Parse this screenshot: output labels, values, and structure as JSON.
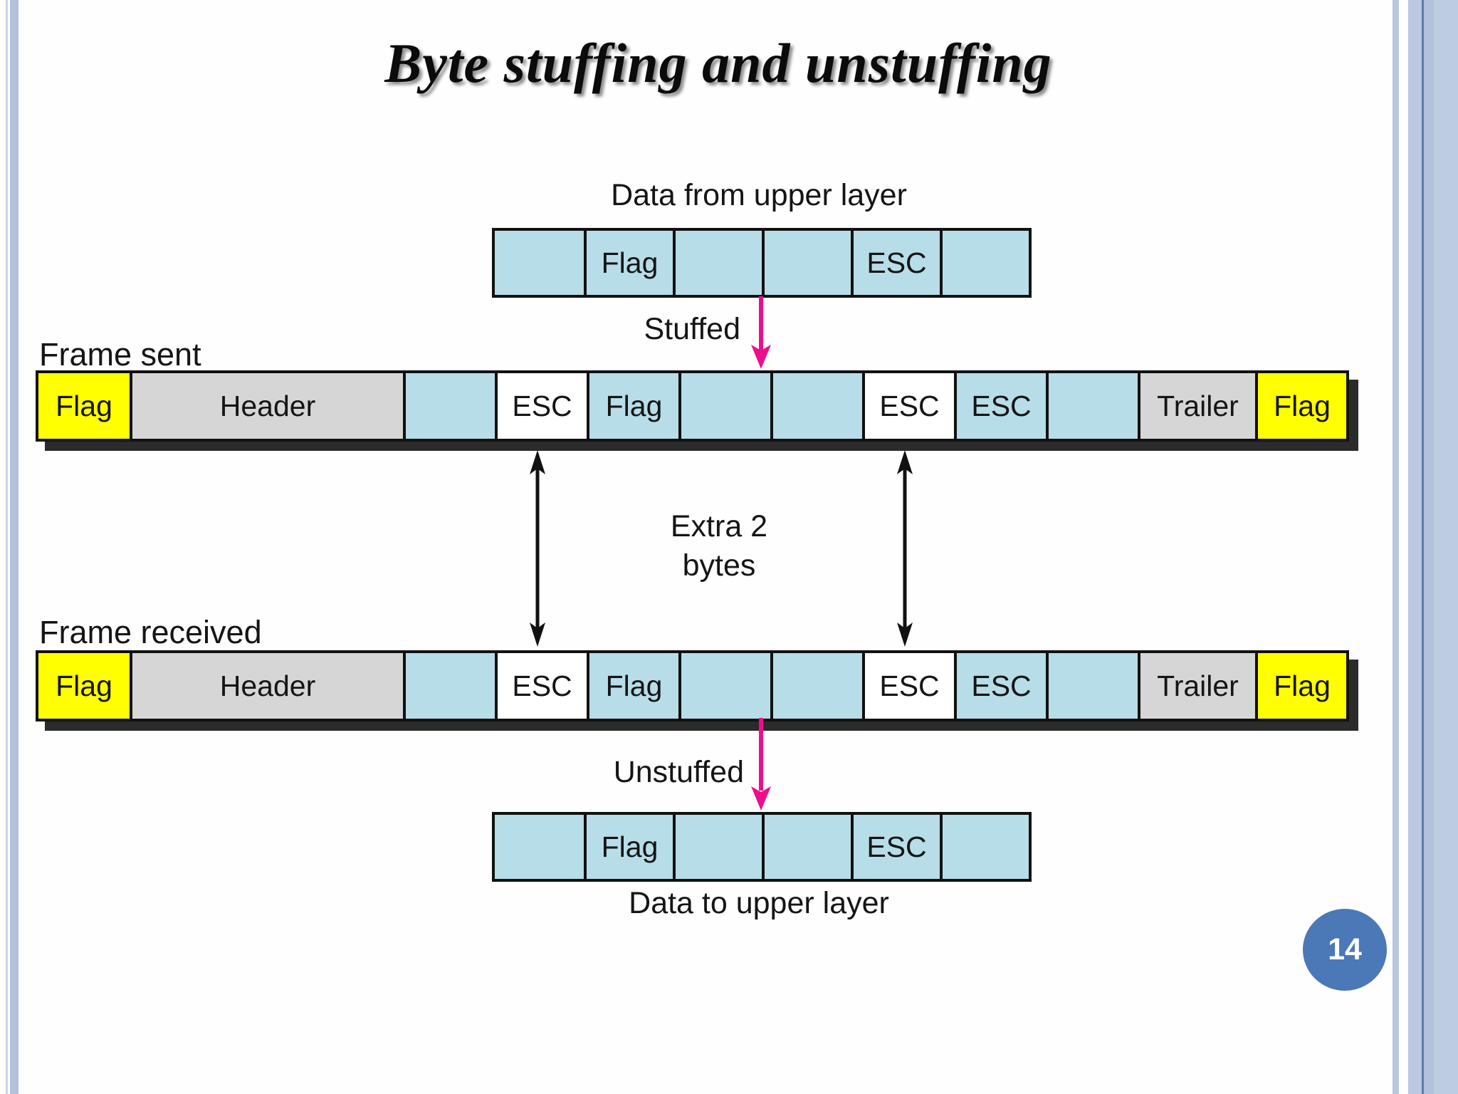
{
  "slide": {
    "title": "Byte stuffing and unstuffing",
    "page_number": "14"
  },
  "labels": {
    "data_from_upper": "Data from upper layer",
    "stuffed": "Stuffed",
    "frame_sent": "Frame sent",
    "extra_line1": "Extra 2",
    "extra_line2": "bytes",
    "frame_received": "Frame received",
    "unstuffed": "Unstuffed",
    "data_to_upper": "Data to upper layer"
  },
  "rows": {
    "upper_data": {
      "cells": [
        {
          "text": "",
          "kind": "data"
        },
        {
          "text": "Flag",
          "kind": "data"
        },
        {
          "text": "",
          "kind": "data"
        },
        {
          "text": "",
          "kind": "data"
        },
        {
          "text": "ESC",
          "kind": "data"
        },
        {
          "text": "",
          "kind": "data"
        }
      ]
    },
    "frame_sent": {
      "cells": [
        {
          "text": "Flag",
          "kind": "flag"
        },
        {
          "text": "Header",
          "kind": "header"
        },
        {
          "text": "",
          "kind": "data"
        },
        {
          "text": "ESC",
          "kind": "stuffed"
        },
        {
          "text": "Flag",
          "kind": "data"
        },
        {
          "text": "",
          "kind": "data"
        },
        {
          "text": "",
          "kind": "data"
        },
        {
          "text": "ESC",
          "kind": "stuffed"
        },
        {
          "text": "ESC",
          "kind": "data"
        },
        {
          "text": "",
          "kind": "data"
        },
        {
          "text": "Trailer",
          "kind": "trailer"
        },
        {
          "text": "Flag",
          "kind": "flag"
        }
      ]
    },
    "frame_received": {
      "cells": [
        {
          "text": "Flag",
          "kind": "flag"
        },
        {
          "text": "Header",
          "kind": "header"
        },
        {
          "text": "",
          "kind": "data"
        },
        {
          "text": "ESC",
          "kind": "stuffed"
        },
        {
          "text": "Flag",
          "kind": "data"
        },
        {
          "text": "",
          "kind": "data"
        },
        {
          "text": "",
          "kind": "data"
        },
        {
          "text": "ESC",
          "kind": "stuffed"
        },
        {
          "text": "ESC",
          "kind": "data"
        },
        {
          "text": "",
          "kind": "data"
        },
        {
          "text": "Trailer",
          "kind": "trailer"
        },
        {
          "text": "Flag",
          "kind": "flag"
        }
      ]
    },
    "lower_data": {
      "cells": [
        {
          "text": "",
          "kind": "data"
        },
        {
          "text": "Flag",
          "kind": "data"
        },
        {
          "text": "",
          "kind": "data"
        },
        {
          "text": "",
          "kind": "data"
        },
        {
          "text": "ESC",
          "kind": "data"
        },
        {
          "text": "",
          "kind": "data"
        }
      ]
    }
  },
  "icons": {
    "stuffed_arrow": "pink-down-arrow",
    "unstuffed_arrow": "pink-down-arrow",
    "extra_bytes_arrows": "black-double-vertical-arrow"
  },
  "colors": {
    "cell_blue": "#b7dde8",
    "cell_yellow": "#ffff00",
    "cell_gray": "#d6d6d6",
    "cell_white": "#ffffff",
    "arrow_pink": "#ed0e8e",
    "badge_blue": "#4b78b7",
    "border_stripe_blue": "#b3c2dc"
  }
}
